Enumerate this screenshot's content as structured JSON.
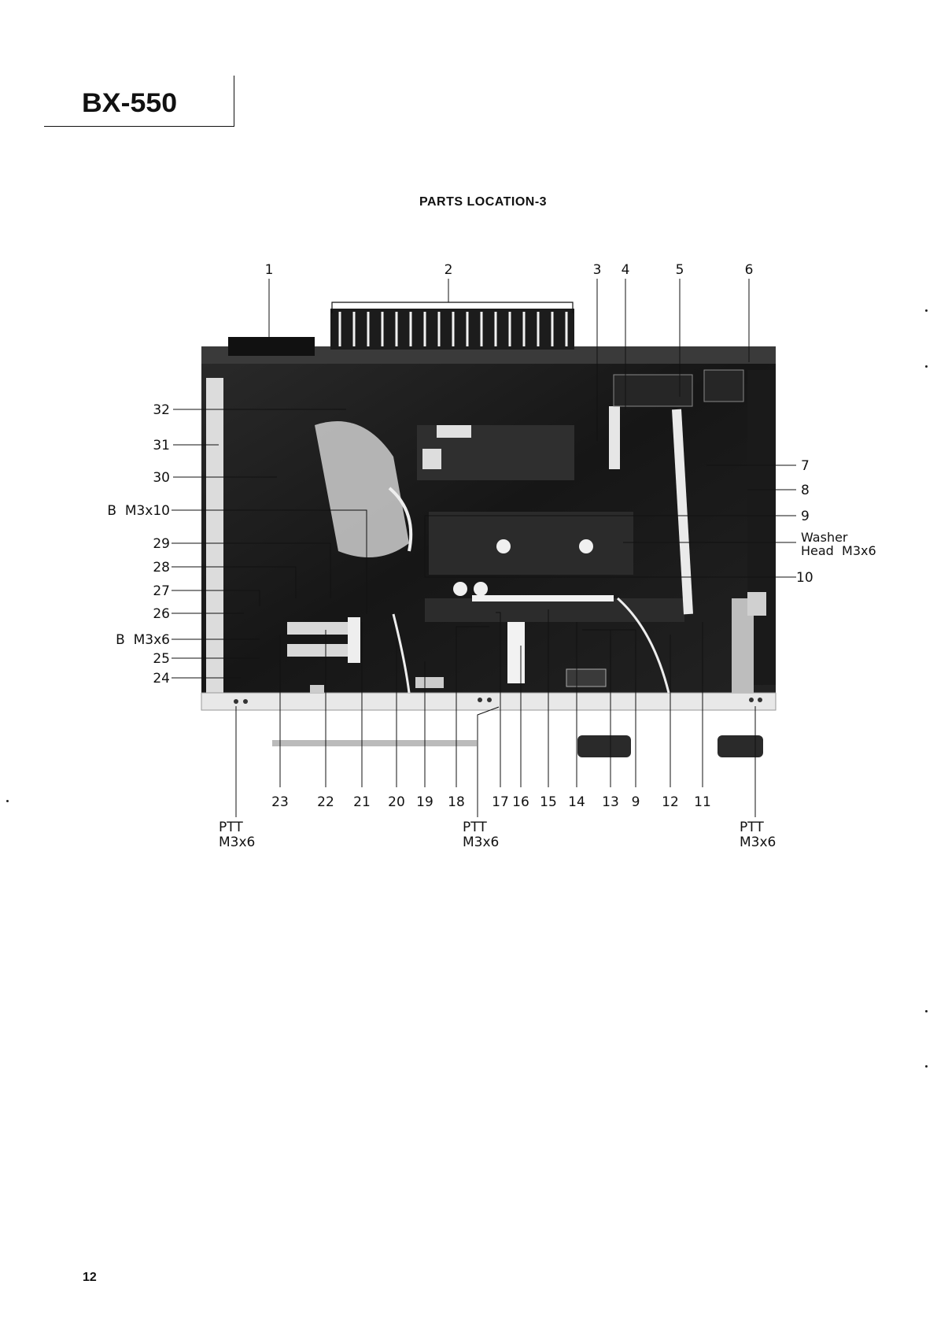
{
  "header": {
    "model": "BX-550"
  },
  "title": "PARTS LOCATION-3",
  "page_number": "12",
  "top_labels": [
    "1",
    "2",
    "3",
    "4",
    "5",
    "6"
  ],
  "left_labels": [
    "32",
    "31",
    "30",
    "B  M3x10",
    "29",
    "28",
    "27",
    "26",
    "B  M3x6",
    "25",
    "24"
  ],
  "right_labels": [
    "7",
    "8",
    "9",
    "Washer",
    "Head  M3x6",
    "10"
  ],
  "bottom_labels": [
    "23",
    "22",
    "21",
    "20",
    "19",
    "18",
    "17",
    "16",
    "15",
    "14",
    "13",
    "9",
    "12",
    "11"
  ],
  "screw_labels": [
    {
      "type": "PTT",
      "size": "M3x6"
    },
    {
      "type": "PTT",
      "size": "M3x6"
    },
    {
      "type": "PTT",
      "size": "M3x6"
    }
  ]
}
